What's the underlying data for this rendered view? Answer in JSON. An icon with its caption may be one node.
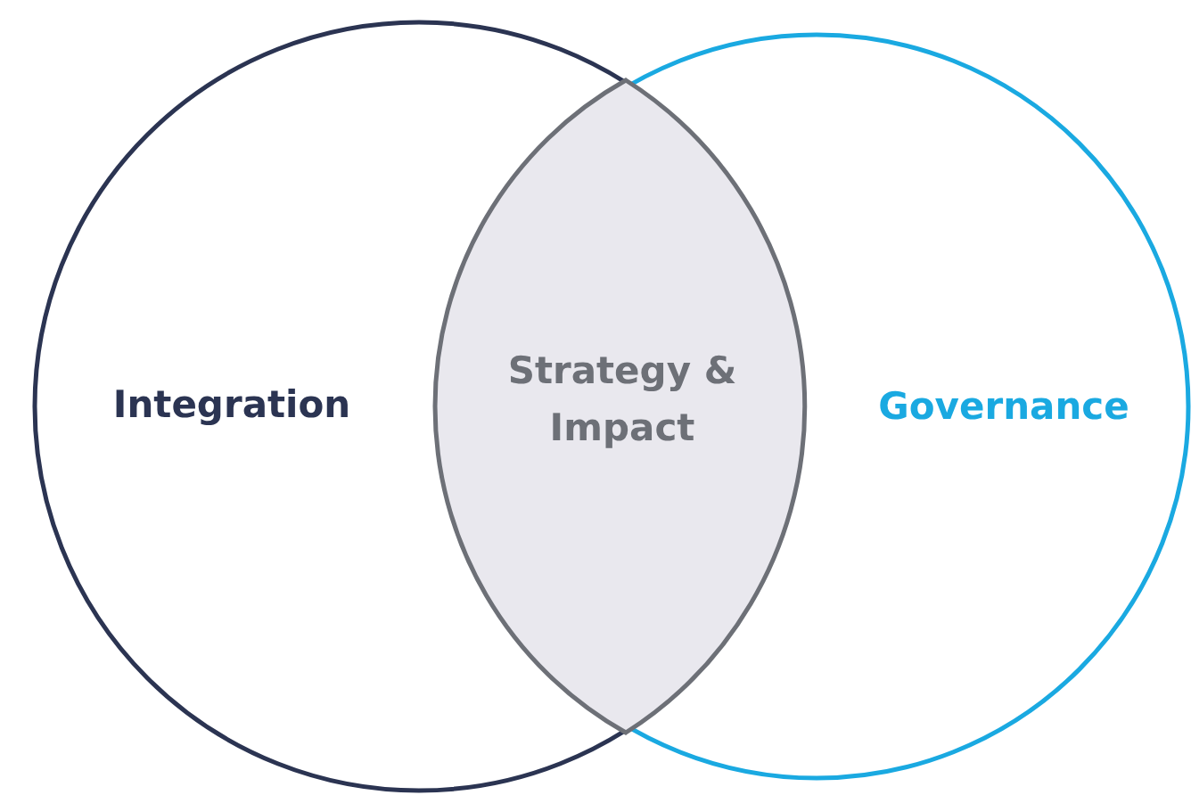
{
  "diagram": {
    "nodes": [
      {
        "text": [
          "Integration"
        ]
      },
      {
        "text": [
          "Governance"
        ]
      },
      {
        "text": [
          "Strategy & Impact"
        ]
      }
    ],
    "edges": []
  }
}
